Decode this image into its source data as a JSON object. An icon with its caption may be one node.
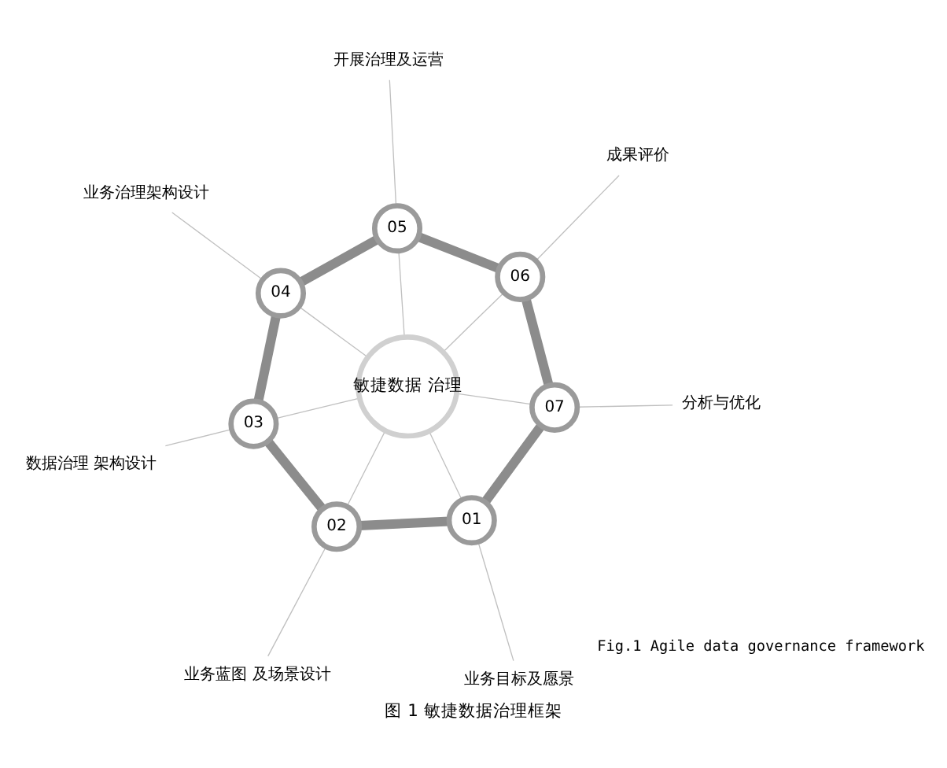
{
  "diagram": {
    "caption": "图 1 敏捷数据治理框架",
    "nodes": [
      {
        "text": [
          "敏捷数据 治理"
        ]
      },
      {
        "text": [
          "01"
        ]
      },
      {
        "text": [
          "02"
        ]
      },
      {
        "text": [
          "03"
        ]
      },
      {
        "text": [
          "04"
        ]
      },
      {
        "text": [
          "05"
        ]
      },
      {
        "text": [
          "06"
        ]
      },
      {
        "text": [
          "07"
        ]
      },
      {
        "text": [
          "业务目标及愿景"
        ]
      },
      {
        "text": [
          "业务蓝图 及场景设计"
        ]
      },
      {
        "text": [
          "数据治理 架构设计"
        ]
      },
      {
        "text": [
          "业务治理架构设计"
        ]
      },
      {
        "text": [
          "开展治理及运营"
        ]
      },
      {
        "text": [
          "成果评价"
        ]
      },
      {
        "text": [
          "分析与优化"
        ]
      }
    ],
    "edges": [
      {
        "from": 0,
        "to": 1,
        "arrow": "none"
      },
      {
        "from": 0,
        "to": 2,
        "arrow": "none"
      },
      {
        "from": 0,
        "to": 3,
        "arrow": "none"
      },
      {
        "from": 0,
        "to": 4,
        "arrow": "none"
      },
      {
        "from": 0,
        "to": 5,
        "arrow": "none"
      },
      {
        "from": 0,
        "to": 6,
        "arrow": "none"
      },
      {
        "from": 0,
        "to": 7,
        "arrow": "none"
      },
      {
        "from": 1,
        "to": 2,
        "arrow": "none",
        "style": "thick",
        "color": "#8c8c8c"
      },
      {
        "from": 2,
        "to": 3,
        "arrow": "none",
        "style": "thick",
        "color": "#8c8c8c"
      },
      {
        "from": 3,
        "to": 4,
        "arrow": "none",
        "style": "thick",
        "color": "#8c8c8c"
      },
      {
        "from": 4,
        "to": 5,
        "arrow": "none",
        "style": "thick",
        "color": "#8c8c8c"
      },
      {
        "from": 5,
        "to": 6,
        "arrow": "none",
        "style": "thick",
        "color": "#8c8c8c"
      },
      {
        "from": 6,
        "to": 7,
        "arrow": "none",
        "style": "thick",
        "color": "#8c8c8c"
      },
      {
        "from": 7,
        "to": 1,
        "arrow": "none",
        "style": "thick",
        "color": "#8c8c8c"
      },
      {
        "from": 1,
        "to": 8,
        "arrow": "none"
      },
      {
        "from": 2,
        "to": 9,
        "arrow": "none"
      },
      {
        "from": 3,
        "to": 10,
        "arrow": "none"
      },
      {
        "from": 4,
        "to": 11,
        "arrow": "none"
      },
      {
        "from": 5,
        "to": 12,
        "arrow": "none"
      },
      {
        "from": 6,
        "to": 13,
        "arrow": "none"
      },
      {
        "from": 7,
        "to": 14,
        "arrow": "none"
      }
    ],
    "labels": [
      "Fig.1 Agile data governance framework"
    ]
  }
}
